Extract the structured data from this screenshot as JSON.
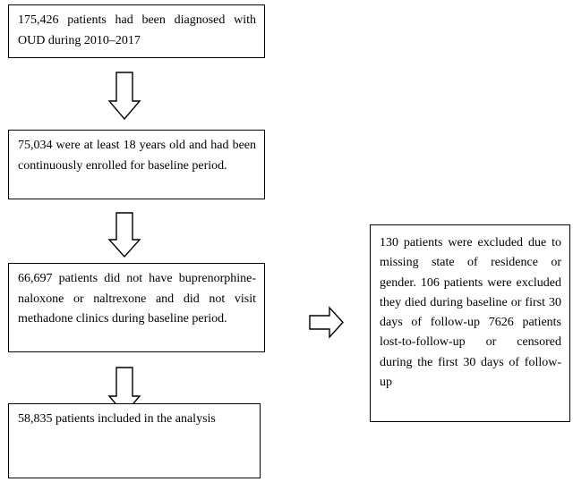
{
  "flow": {
    "step1": {
      "lines": [
        "175,426 patients had been diagnosed with",
        "OUD during 2010–2017"
      ]
    },
    "step2": {
      "lines": [
        "75,034 were at least 18 years old and had",
        "been continuously enrolled for baseline",
        "period."
      ]
    },
    "step3": {
      "lines": [
        "66,697 patients did not have buprenorphine-",
        "naloxone or naltrexone and did not visit",
        "methadone clinics during baseline period."
      ]
    },
    "step4": {
      "lines": [
        "58,835 patients included in the analysis"
      ]
    }
  },
  "exclusions": {
    "lines": [
      "130 patients were excluded due",
      "to missing state of residence or",
      "gender.",
      "106 patients were excluded they",
      "died during baseline or first 30",
      "days of follow-up",
      "7626 patients lost-to-follow-up",
      "or censored during the first 30",
      "days of follow-up"
    ]
  },
  "colors": {
    "stroke": "#000000",
    "fill": "#ffffff"
  }
}
